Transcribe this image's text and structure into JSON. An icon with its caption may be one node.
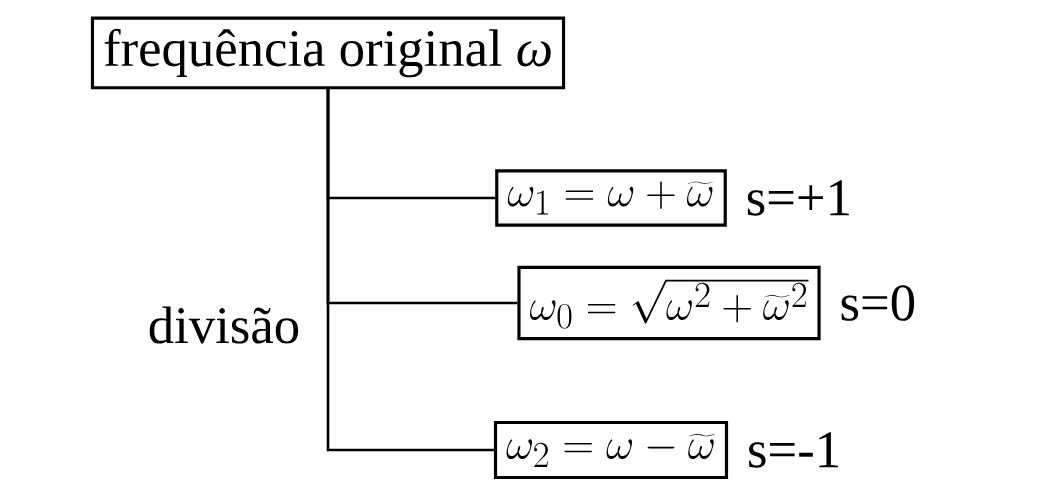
{
  "diagram": {
    "nodes": [
      {
        "text": [
          "frequência original *ω*"
        ]
      },
      {
        "text": [
          "\\omega_1 = \\omega + \\widetilde{\\omega}"
        ],
        "beside": [
          "s=+1"
        ]
      },
      {
        "text": [
          "\\omega_0 = \\sqrt{\\omega^2 + \\widetilde{\\omega}^2}"
        ],
        "beside": [
          "s=0"
        ]
      },
      {
        "text": [
          "\\omega_2 = \\omega - \\widetilde{\\omega}"
        ],
        "beside": [
          "s=-1"
        ]
      }
    ],
    "edges": [
      {
        "from": 0,
        "to": 1,
        "arrow": "none"
      },
      {
        "from": 0,
        "to": 2,
        "arrow": "none"
      },
      {
        "from": 0,
        "to": 3,
        "arrow": "none"
      }
    ],
    "labels": [
      "divisão"
    ]
  }
}
